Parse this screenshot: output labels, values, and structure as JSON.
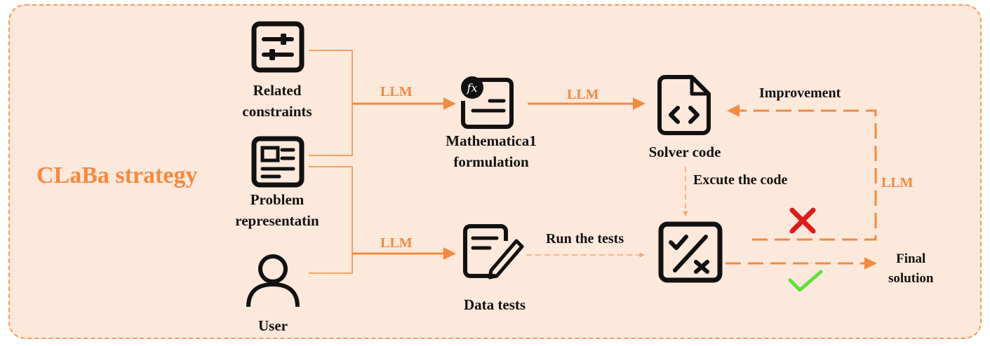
{
  "strategy_title": "CLaBa strategy",
  "nodes": {
    "related_constraints": "Related\nconstraints",
    "problem_representation": "Problem\nrepresentatin",
    "user": "User",
    "math_formulation": "Mathematica1\nformulation",
    "data_tests": "Data tests",
    "solver_code": "Solver code",
    "final_solution": "Final\nsolution"
  },
  "edges": {
    "llm_to_formulation": "LLM",
    "llm_to_solver": "LLM",
    "llm_to_tests": "LLM",
    "llm_feedback": "LLM",
    "run_tests": "Run the tests",
    "execute_code": "Excute the code",
    "improvement": "Improvement"
  },
  "icons": {
    "formulation_badge": "fx"
  },
  "colors": {
    "accent": "#f58a3d",
    "background": "#fde8dc",
    "fail": "#e01b1b",
    "success": "#5fe03a"
  }
}
